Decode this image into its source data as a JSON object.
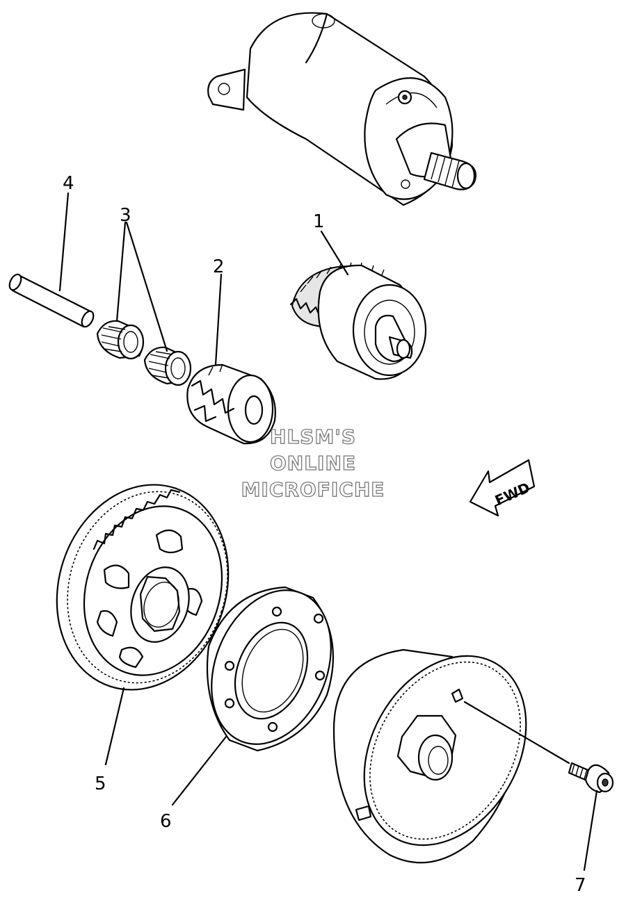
{
  "diagram": {
    "callouts": [
      "1",
      "2",
      "3",
      "4",
      "5",
      "6",
      "7"
    ],
    "direction_label": "FWD",
    "watermark": [
      "HLSM'S",
      "ONLINE",
      "MICROFICHE"
    ]
  }
}
